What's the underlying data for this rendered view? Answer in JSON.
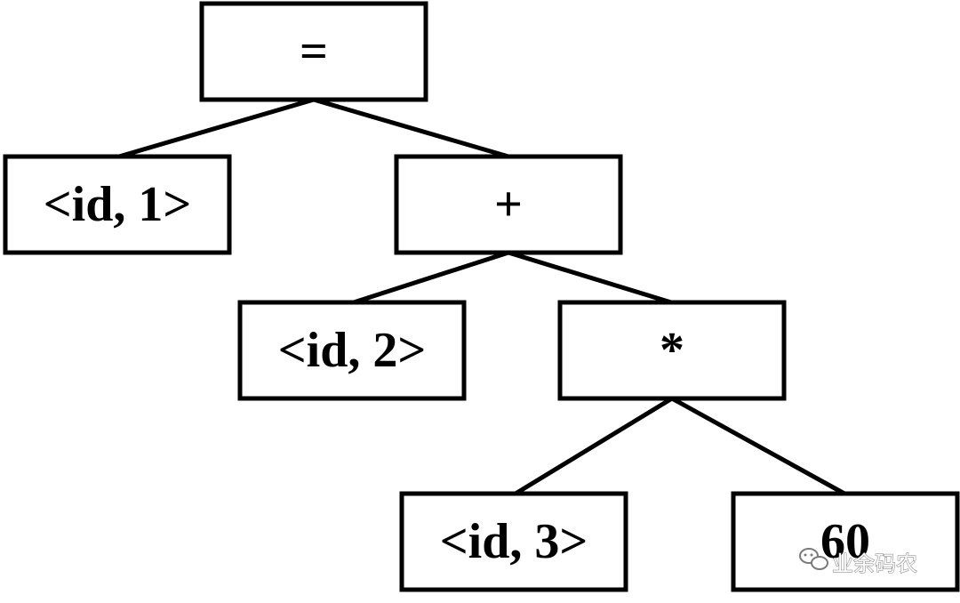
{
  "diagram": {
    "type": "syntax-tree",
    "nodes": [
      {
        "id": "assign",
        "label": "="
      },
      {
        "id": "id1",
        "label": "<id, 1>"
      },
      {
        "id": "plus",
        "label": "+"
      },
      {
        "id": "id2",
        "label": "<id, 2>"
      },
      {
        "id": "times",
        "label": "*"
      },
      {
        "id": "id3",
        "label": "<id, 3>"
      },
      {
        "id": "sixty",
        "label": "60"
      }
    ],
    "edges": [
      {
        "from": "assign",
        "to": "id1"
      },
      {
        "from": "assign",
        "to": "plus"
      },
      {
        "from": "plus",
        "to": "id2"
      },
      {
        "from": "plus",
        "to": "times"
      },
      {
        "from": "times",
        "to": "id3"
      },
      {
        "from": "times",
        "to": "sixty"
      }
    ],
    "colors": {
      "stroke": "#000000",
      "fill": "#ffffff"
    }
  },
  "watermark": {
    "text": "业余码农",
    "icon": "wechat-icon"
  }
}
